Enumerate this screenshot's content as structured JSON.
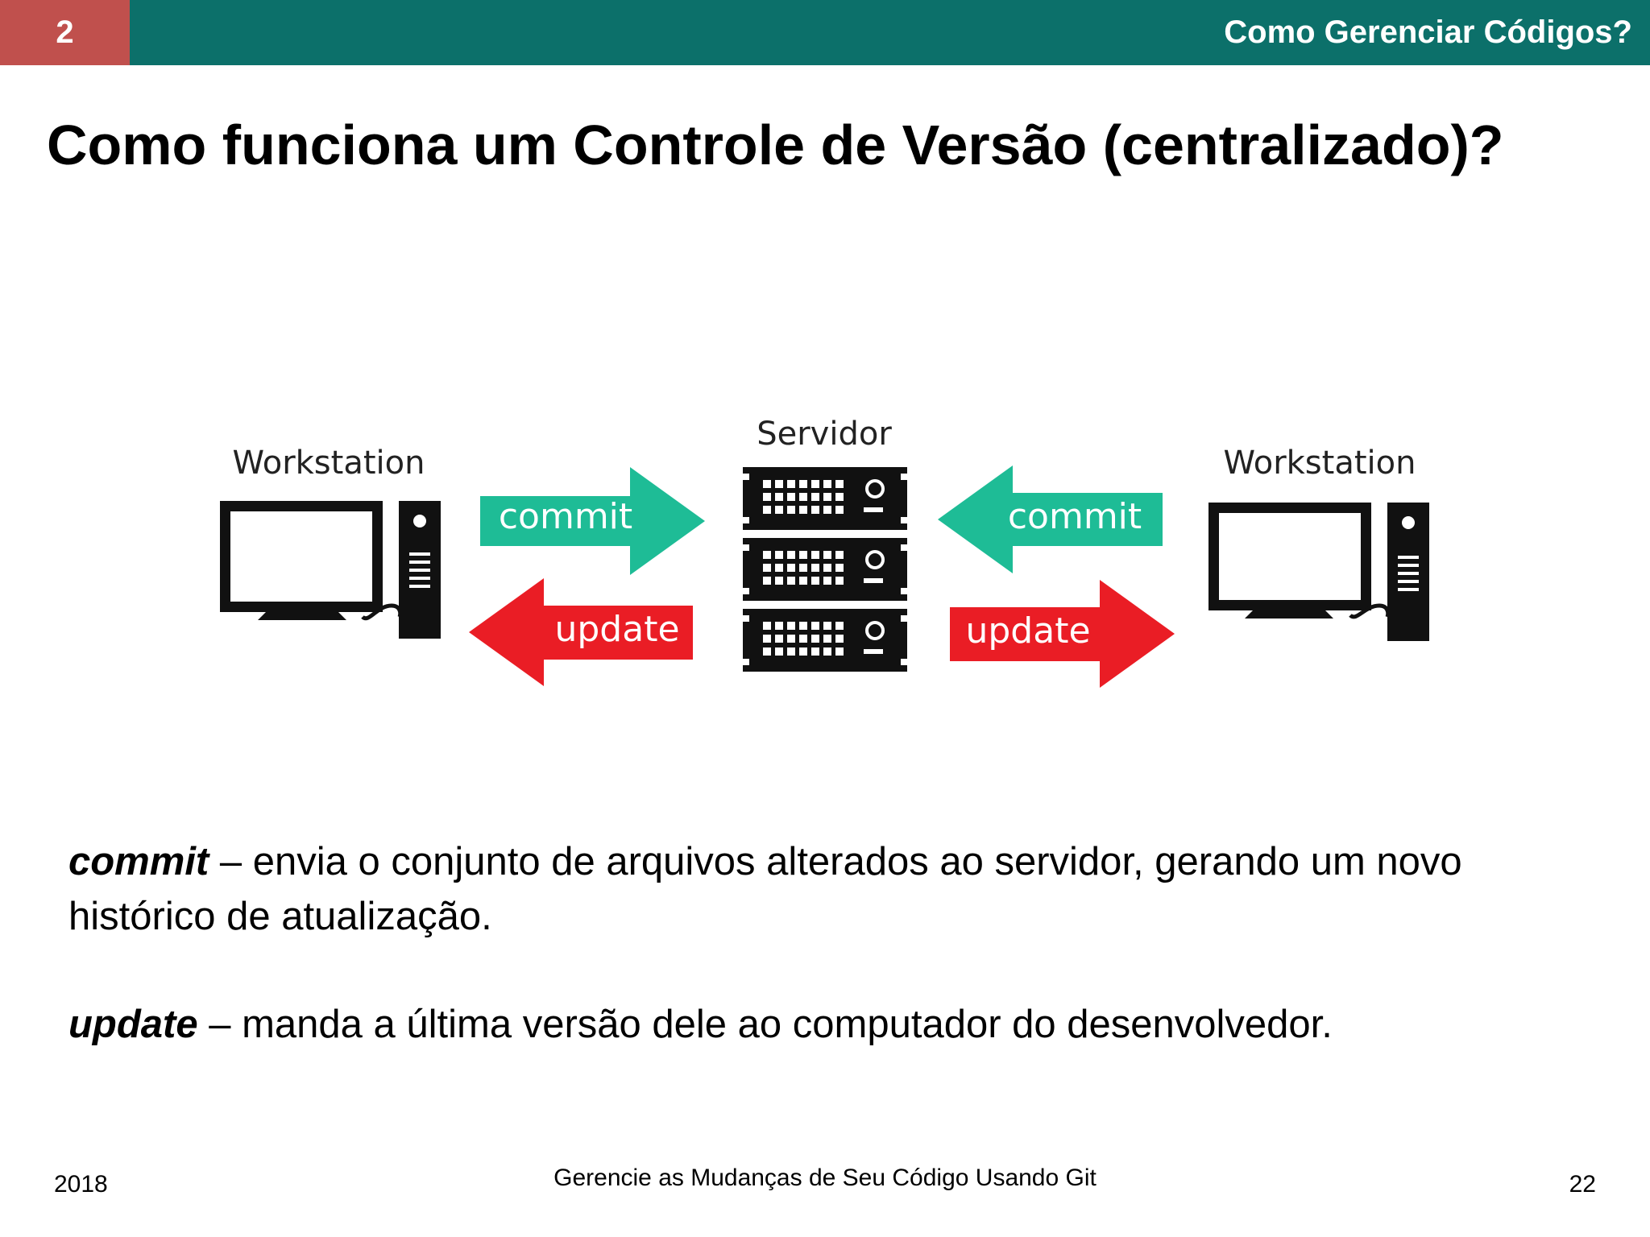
{
  "header": {
    "section_number": "2",
    "section_title": "Como Gerenciar Códigos?",
    "bar_color": "#0c706a",
    "badge_color": "#c0504d"
  },
  "slide": {
    "title": "Como funciona um Controle de Versão (centralizado)?"
  },
  "diagram": {
    "server_label": "Servidor",
    "left_workstation_label": "Workstation",
    "right_workstation_label": "Workstation",
    "left_commit_label": "commit",
    "left_update_label": "update",
    "right_commit_label": "commit",
    "right_update_label": "update",
    "commit_color": "#1ebc96",
    "update_color": "#ea1d25"
  },
  "definitions": [
    {
      "term": "commit",
      "text": " – envia o conjunto de arquivos alterados ao servidor, gerando um novo histórico de atualização."
    },
    {
      "term": "update",
      "text": " – manda a última versão dele ao computador do desenvolvedor."
    }
  ],
  "footer": {
    "year": "2018",
    "center": "Gerencie as Mudanças de Seu Código Usando Git",
    "page_number": "22"
  }
}
